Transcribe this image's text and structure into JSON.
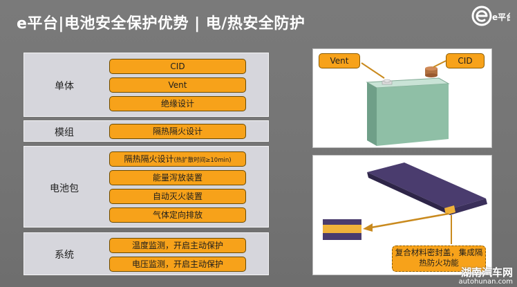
{
  "header": {
    "title": "e平台|电池安全保护优势 | 电/热安全防护",
    "logo_text": "e平台"
  },
  "groups": [
    {
      "label": "单体",
      "items": [
        {
          "text": "CID"
        },
        {
          "text": "Vent"
        },
        {
          "text": "绝缘设计"
        }
      ]
    },
    {
      "label": "模组",
      "items": [
        {
          "text": "隔热隔火设计"
        }
      ]
    },
    {
      "label": "电池包",
      "items": [
        {
          "text": "隔热隔火设计",
          "note": "(热扩散时间≥10min)"
        },
        {
          "text": "能量泻放装置"
        },
        {
          "text": "自动灭火装置"
        },
        {
          "text": "气体定向排放"
        }
      ]
    },
    {
      "label": "系统",
      "items": [
        {
          "text": "温度监测，开启主动保护"
        },
        {
          "text": "电压监测，开启主动保护"
        }
      ]
    }
  ],
  "cell_panel": {
    "vent_label": "Vent",
    "cid_label": "CID"
  },
  "pack_panel": {
    "callout": "复合材料密封盖，集成隔热防火功能"
  },
  "watermark": {
    "cn": "湖南汽车网",
    "en": "autohunan.com"
  },
  "colors": {
    "accent": "#f7a21a",
    "group_bg": "#d6d6dc",
    "cell_body": "#8fbfa6",
    "pack": "#4a3c6e"
  }
}
